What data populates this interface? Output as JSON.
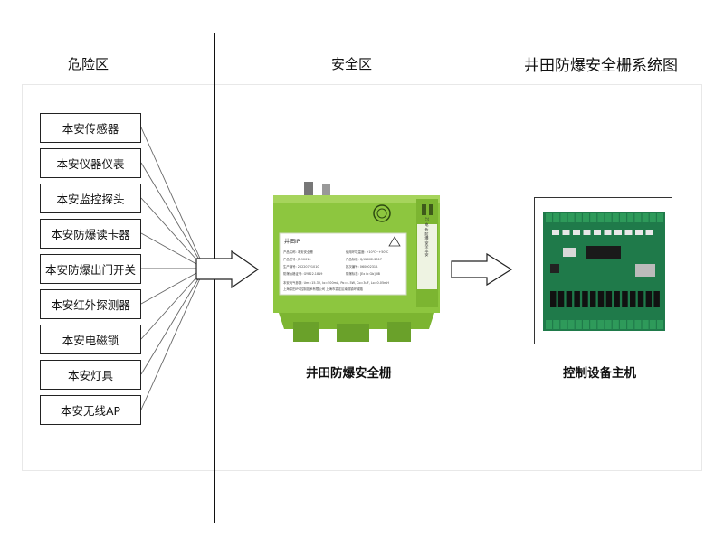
{
  "labels": {
    "hazard_zone": "危险区",
    "safe_zone": "安全区",
    "diagram_title": "井田防爆安全栅系统图"
  },
  "devices": [
    "本安传感器",
    "本安仪器仪表",
    "本安监控探头",
    "本安防爆读卡器",
    "本安防爆出门开关",
    "本安红外探测器",
    "本安电磁锁",
    "本安灯具",
    "本安无线AP"
  ],
  "barrier": {
    "caption": "井田防爆安全栅",
    "label_lines": [
      "产品名称: 本安安全栅",
      "使用环境温度: +10℃~+50℃",
      "产品型号: JT-90010",
      "产品标准: Q/KL002-2017",
      "生产编号: 20220721010",
      "批次编号: 06000231A",
      "防爆合格证号: GYB22.1819",
      "防爆标志: [Ex ib Gb] IIB",
      "本安电气参数: Um=15.3V, Io=500mA, Po=4.5W, Co=3uF, Lo=0.05mH",
      "上海井田IPC控制技术有限公司  上海市嘉定区南翔镇环城路"
    ],
    "brand": "井田IP",
    "side_text": "21 电 危 防爆 安全 本安"
  },
  "host": {
    "caption": "控制设备主机"
  },
  "colors": {
    "barrier_green": "#8dc63f",
    "board_green": "#1f7a4a",
    "line": "#555555"
  }
}
